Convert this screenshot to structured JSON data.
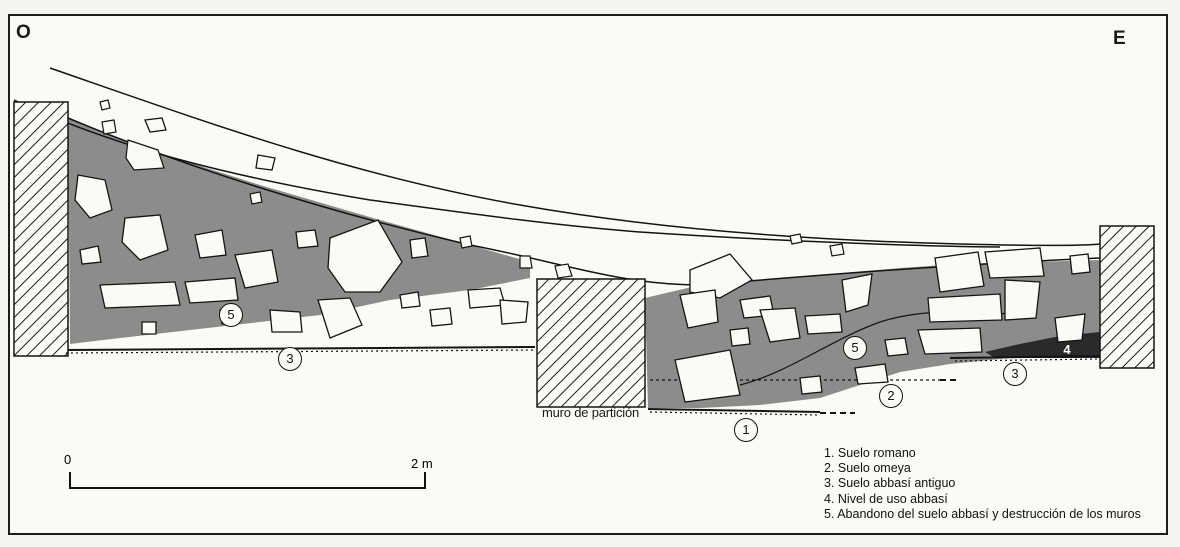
{
  "orientation": {
    "west": "O",
    "east": "E"
  },
  "annotations": {
    "wall_label": "muro de partición"
  },
  "scale": {
    "start": "0",
    "end": "2 m"
  },
  "layer_markers": [
    "5",
    "3",
    "5",
    "2",
    "3",
    "4",
    "1"
  ],
  "legend": [
    "1. Suelo romano",
    "2. Suelo omeya",
    "3. Suelo abbasí antiguo",
    "4. Nivel de uso abbasí",
    "5. Abandono del suelo abbasí y destrucción de los muros"
  ],
  "colors": {
    "fill": "#8c8c8a",
    "dark_fill": "#2a2a2a",
    "line": "#141414",
    "paper": "#fbfaf6"
  }
}
